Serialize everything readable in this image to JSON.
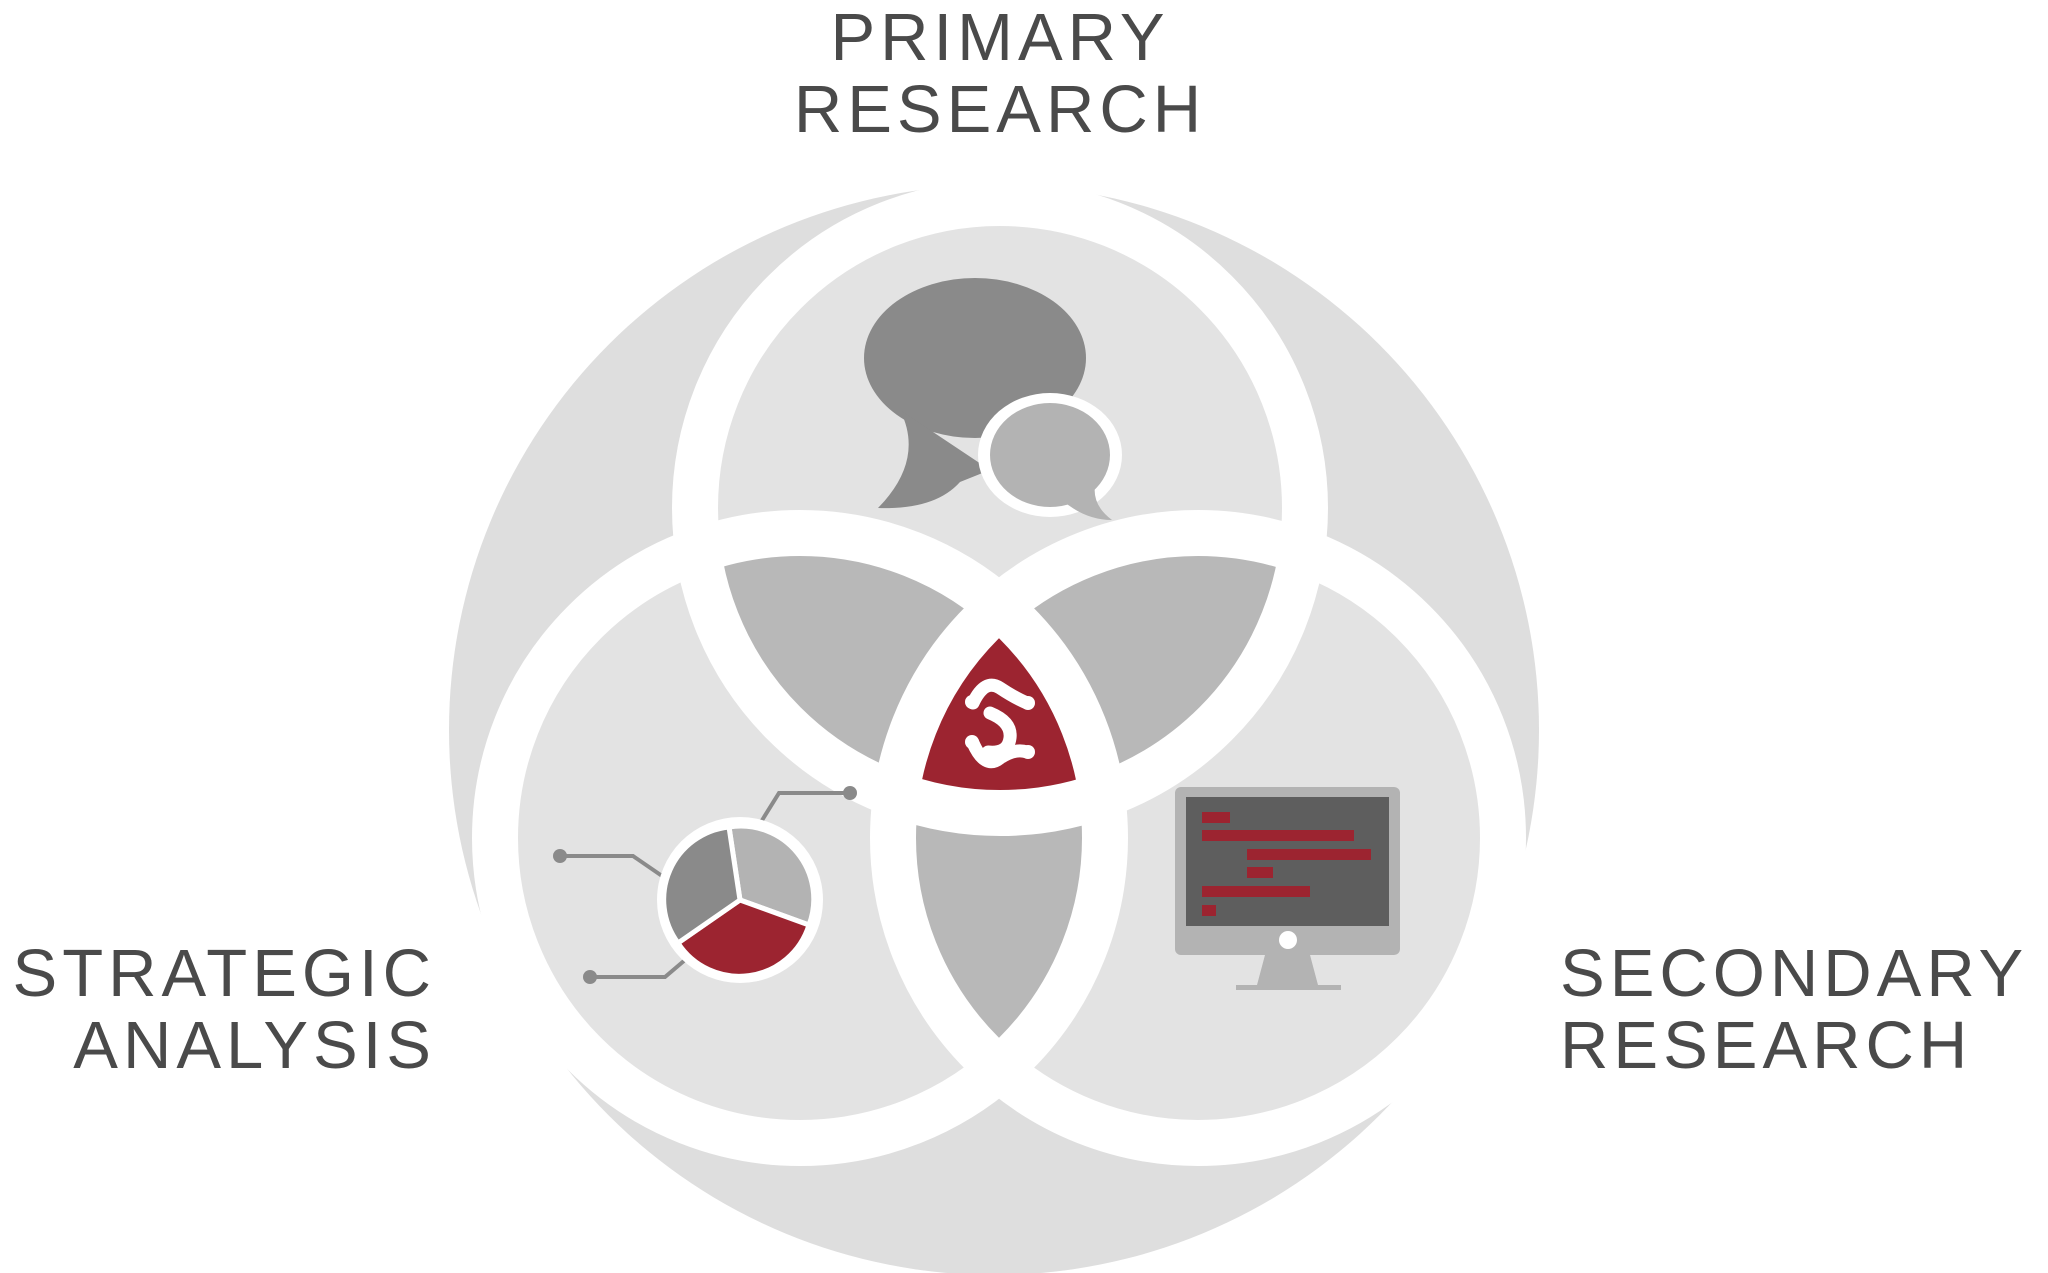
{
  "labels": {
    "primary": {
      "line1": "PRIMARY",
      "line2": "RESEARCH"
    },
    "strategic": {
      "line1": "STRATEGIC",
      "line2": "ANALYSIS"
    },
    "secondary": {
      "line1": "SECONDARY",
      "line2": "RESEARCH"
    }
  },
  "icons": {
    "top": "speech-bubbles-icon",
    "left": "pie-chart-icon",
    "right": "computer-monitor-icon",
    "center": "brand-logo-icon"
  },
  "colors": {
    "outer_circle": "#dedede",
    "circle_fill": "#e3e3e3",
    "overlap_fill": "#b8b8b8",
    "center_fill": "#9c2430",
    "ring_stroke": "#ffffff",
    "text": "#4a4a4a",
    "dark_gray": "#8a8a8a",
    "light_gray": "#b3b3b3",
    "screen": "#5e5e5e"
  }
}
